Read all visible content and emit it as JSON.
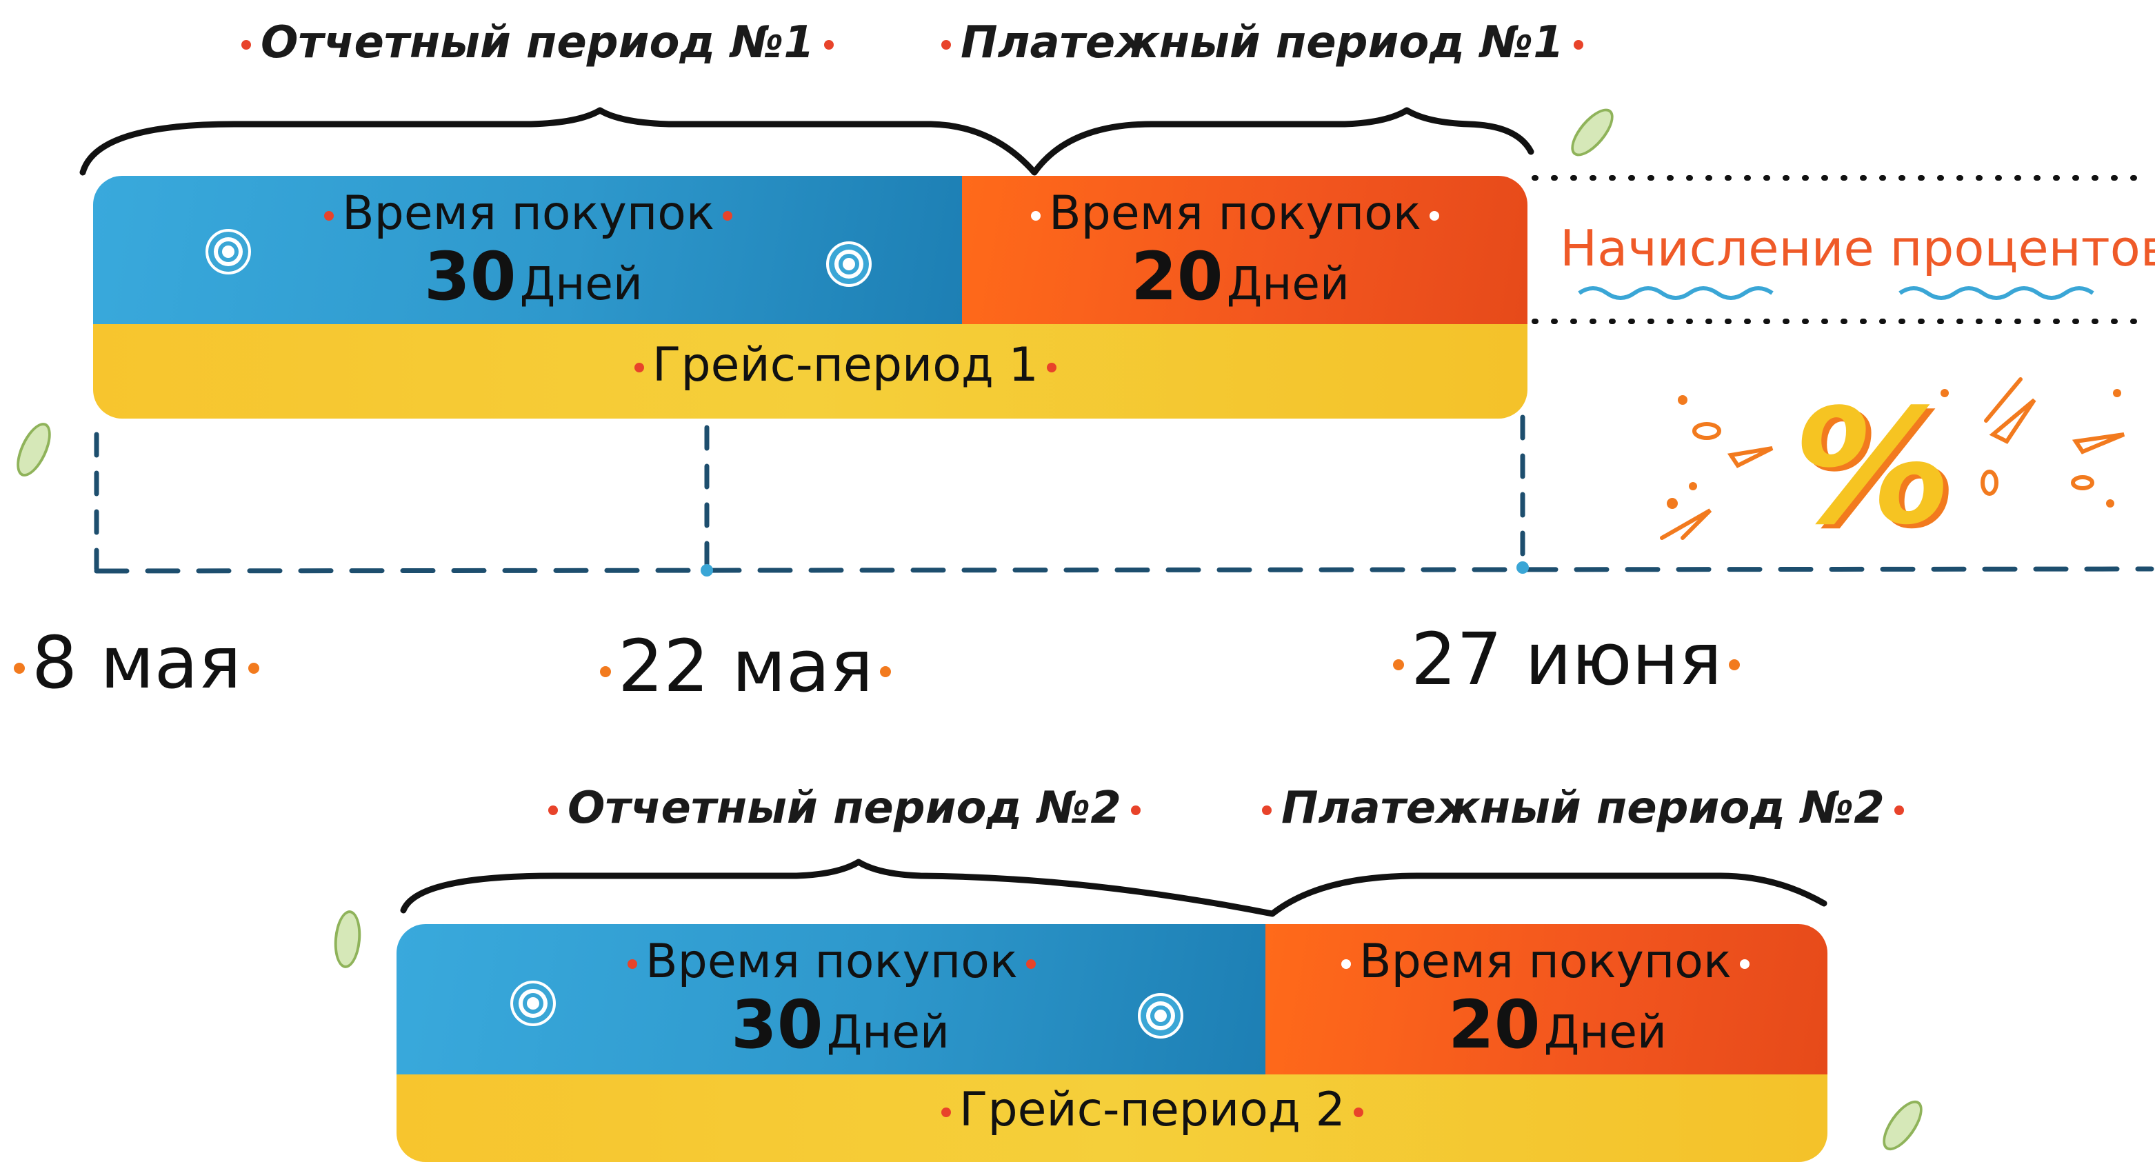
{
  "group1": {
    "reporting_period": "Отчетный период №1",
    "payment_period": "Платежный период №1",
    "segment_blue": {
      "label": "Время покупок",
      "days": "30",
      "unit": "Дней"
    },
    "segment_orange": {
      "label": "Время покупок",
      "days": "20",
      "unit": "Дней"
    },
    "grace": "Грейс-период 1"
  },
  "interest": {
    "label": "Начисление процентов",
    "symbol": "%"
  },
  "dates": [
    "8 мая",
    "22 мая",
    "27 июня"
  ],
  "group2": {
    "reporting_period": "Отчетный период №2",
    "payment_period": "Платежный период №2",
    "segment_blue": {
      "label": "Время покупок",
      "days": "30",
      "unit": "Дней"
    },
    "segment_orange": {
      "label": "Время покупок",
      "days": "20",
      "unit": "Дней"
    },
    "grace": "Грейс-период 2"
  },
  "colors": {
    "blue": "#2e98cc",
    "orange": "#f2551e",
    "yellow": "#f5cf3a",
    "accent_red": "#e8432a",
    "timeline": "#1d4e6e",
    "interest_text": "#ef5a28",
    "wave": "#3aa6d6"
  }
}
